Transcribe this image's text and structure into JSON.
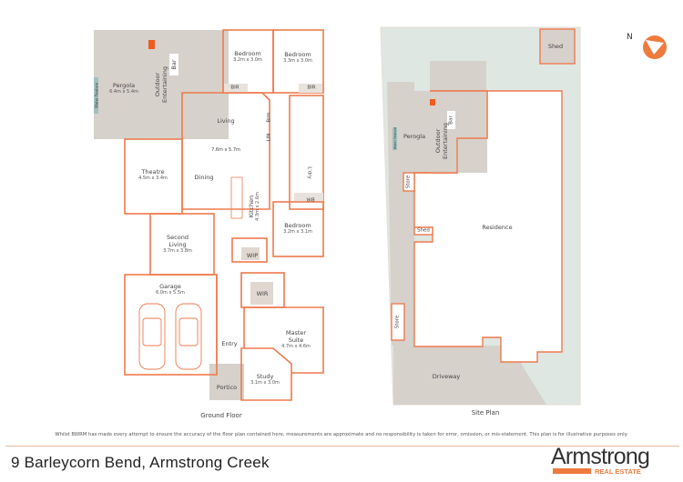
{
  "ground_floor": {
    "caption": "Ground Floor",
    "rooms": {
      "bedroom1": {
        "name": "Bedroom",
        "size": "3.2m x 3.0m"
      },
      "bedroom2": {
        "name": "Bedroom",
        "size": "3.3m x 3.0m"
      },
      "bedroom3": {
        "name": "Bedroom",
        "size": "3.2m x 3.1m"
      },
      "pergola": {
        "name": "Pergola",
        "size": "6.4m x 5.4m"
      },
      "outdoor": {
        "name": "Outdoor Entertaining"
      },
      "bar": {
        "name": "Bar"
      },
      "water_feature": {
        "name": "Water Feature"
      },
      "living": {
        "name": "Living",
        "size": "7.6m x 5.7m"
      },
      "dining": {
        "name": "Dining"
      },
      "kitchen": {
        "name": "Kitchen",
        "size": "4.3m x 2.6m"
      },
      "theatre": {
        "name": "Theatre",
        "size": "4.5m x 3.4m"
      },
      "second_living": {
        "name": "Second Living",
        "size": "3.7m x 3.8m"
      },
      "garage": {
        "name": "Garage",
        "size": "6.0m x 5.5m"
      },
      "master": {
        "name": "Master Suite",
        "size": "4.7m x 4.6m"
      },
      "study": {
        "name": "Study",
        "size": "3.1m x 3.0m"
      },
      "entry": {
        "name": "Entry"
      },
      "portico": {
        "name": "Portico"
      },
      "bir1": {
        "name": "BIR"
      },
      "bir2": {
        "name": "BIR"
      },
      "bir3": {
        "name": "BIR"
      },
      "brm": {
        "name": "Brm"
      },
      "lin": {
        "name": "LIN"
      },
      "ldry": {
        "name": "L'dry"
      },
      "wip": {
        "name": "WIP"
      },
      "wir": {
        "name": "WIR"
      }
    }
  },
  "site_plan": {
    "caption": "Site Plan",
    "areas": {
      "shed_top": "Shed",
      "perogla": "Perogla",
      "outdoor": "Outdoor Entertaining",
      "bar": "Bar",
      "water_feature": "Water Feature",
      "store1": "Store",
      "shed_side": "Shed",
      "residence": "Residence",
      "store2": "Store",
      "driveway": "Driveway"
    },
    "north": "N"
  },
  "footer": {
    "disclaimer": "Whilst BWRM  has made every attempt to ensure the accuracy of the floor plan contained here, measurements are approximate and no responsibility is taken for error, omission, or mis-statement. This plan is for illustrative purposes only.",
    "address": "9 Barleycorn Bend, Armstrong Creek",
    "logo": {
      "brand": "Armstrong",
      "sub": "REAL ESTATE"
    }
  },
  "colors": {
    "wall": "#ef7a4e",
    "paving": "#d8d3ce",
    "lawn": "#dfe7e2",
    "accent": "#ef7a3e"
  }
}
